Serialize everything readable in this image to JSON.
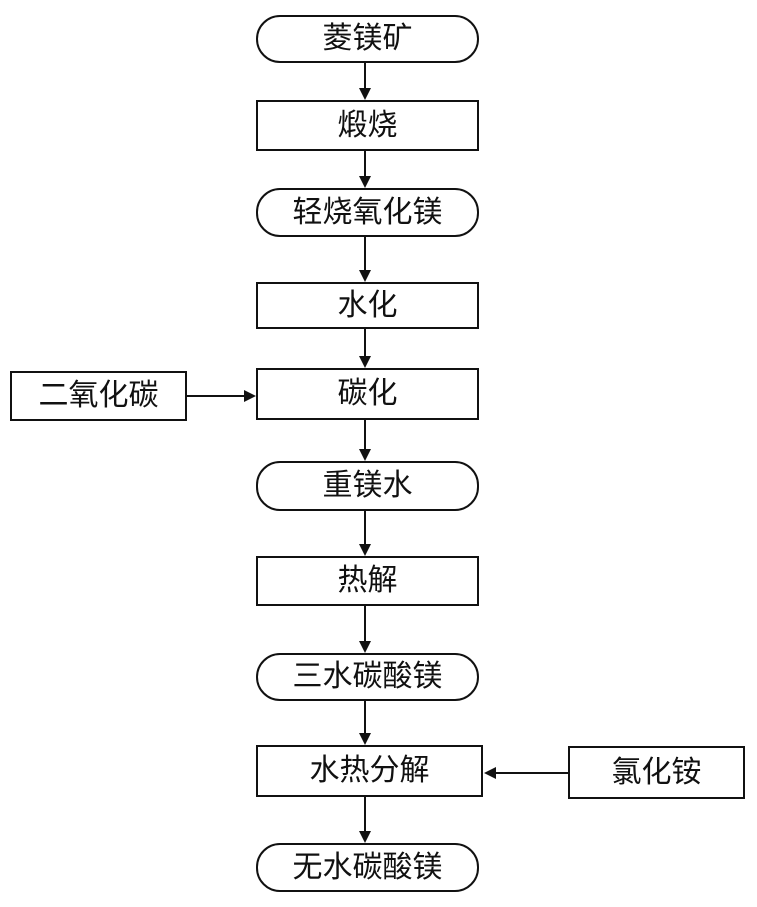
{
  "nodes": {
    "magnesite": "菱镁矿",
    "calcination": "煅烧",
    "light_burned_mgo": "轻烧氧化镁",
    "hydration": "水化",
    "co2": "二氧化碳",
    "carbonation": "碳化",
    "heavy_mg_water": "重镁水",
    "pyrolysis": "热解",
    "mg_carbonate_trihydrate": "三水碳酸镁",
    "hydrothermal_decomposition": "水热分解",
    "ammonium_chloride": "氯化铵",
    "anhydrous_mg_carbonate": "无水碳酸镁"
  }
}
